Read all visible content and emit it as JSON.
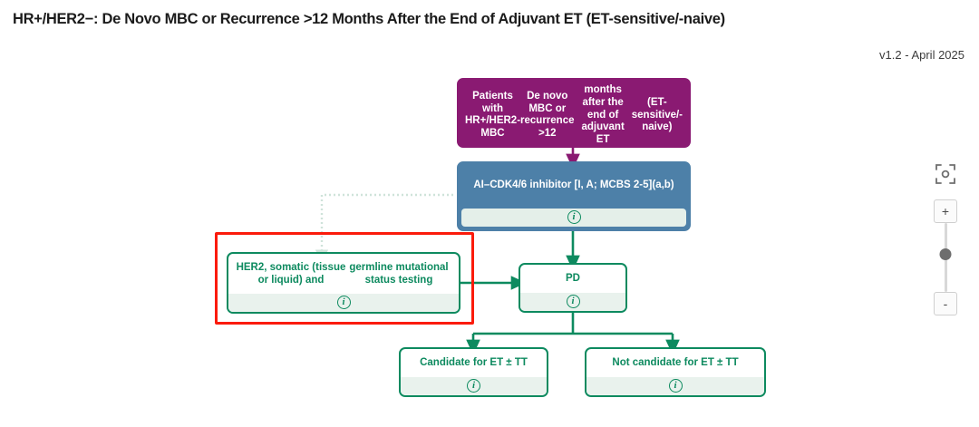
{
  "header": {
    "title": "HR+/HER2−: De Novo MBC or Recurrence >12 Months After the End of Adjuvant ET (ET-sensitive/-naive)",
    "version": "v1.2 - April 2025"
  },
  "colors": {
    "purple": "#8a1a72",
    "blue": "#4d80a8",
    "green": "#0d8a5f",
    "green_footer": "#e9f2ed",
    "selection_red": "#fb1b0b",
    "canvas_background": "#ffffff"
  },
  "diagram": {
    "nodes": {
      "patients": {
        "id": "patients-node",
        "type": "start",
        "color": "purple",
        "title": "Patients with HR+/HER2- MBC De novo MBC or recurrence >12 months after the end of adjuvant ET (ET-sensitive/-naive)",
        "lines": [
          "Patients with HR+/HER2- MBC",
          "De novo MBC or recurrence >12",
          "months after the end of adjuvant ET",
          "(ET-sensitive/-naive)"
        ],
        "has_info": false
      },
      "treatment": {
        "id": "ai-cdk46-node",
        "type": "treatment",
        "color": "blue",
        "title": "AI–CDK4/6 inhibitor [I, A; MCBS 2-5] (a,b)",
        "lines": [
          "AI–CDK4/6 inhibitor [I, A; MCBS 2-5]",
          "(a,b)"
        ],
        "has_info": true,
        "info_icon": "info-icon"
      },
      "testing": {
        "id": "her2-testing-node",
        "type": "testing",
        "color": "green",
        "selected": true,
        "title": "HER2, somatic (tissue or liquid) and germline mutational status testing",
        "lines": [
          "HER2, somatic (tissue or liquid) and",
          "germline mutational status testing"
        ],
        "has_info": true,
        "info_icon": "info-icon"
      },
      "pd": {
        "id": "pd-node",
        "type": "state",
        "color": "green",
        "title": "PD",
        "lines": [
          "PD"
        ],
        "has_info": true,
        "info_icon": "info-icon"
      },
      "candidate": {
        "id": "candidate-node",
        "type": "outcome",
        "color": "green",
        "title": "Candidate for ET ± TT",
        "lines": [
          "Candidate for ET ± TT"
        ],
        "has_info": true,
        "info_icon": "info-icon"
      },
      "not_candidate": {
        "id": "not-candidate-node",
        "type": "outcome",
        "color": "green",
        "title": "Not candidate for ET ± TT",
        "lines": [
          "Not candidate for ET ± TT"
        ],
        "has_info": true,
        "info_icon": "info-icon"
      }
    },
    "edges": [
      {
        "from": "patients",
        "to": "treatment",
        "style": "solid",
        "color": "#8a1a72"
      },
      {
        "from": "treatment",
        "to": "testing",
        "style": "dotted",
        "color": "#cfe3da"
      },
      {
        "from": "treatment",
        "to": "pd",
        "style": "solid",
        "color": "#0d8a5f"
      },
      {
        "from": "testing",
        "to": "pd",
        "style": "solid",
        "color": "#0d8a5f"
      },
      {
        "from": "pd",
        "to": "candidate",
        "style": "solid",
        "color": "#0d8a5f"
      },
      {
        "from": "pd",
        "to": "not_candidate",
        "style": "solid",
        "color": "#0d8a5f"
      }
    ]
  },
  "zoom_controls": {
    "fit_icon": "fit-to-screen-icon",
    "zoom_in_label": "+",
    "zoom_out_label": "-",
    "slider_position_percent": 45
  }
}
